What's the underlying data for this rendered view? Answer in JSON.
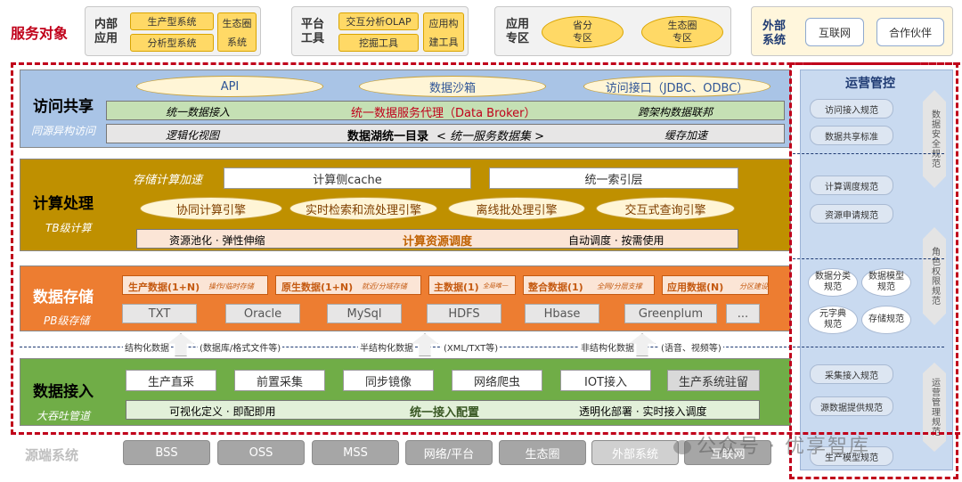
{
  "top": {
    "service_label": "服务对象",
    "internal": {
      "title": [
        "内部",
        "应用"
      ],
      "items": [
        "生产型系统",
        "分析型系统",
        "生态圈",
        "系统"
      ]
    },
    "platform": {
      "title": [
        "平台",
        "工具"
      ],
      "items": [
        "交互分析OLAP",
        "挖掘工具",
        "应用构",
        "建工具"
      ]
    },
    "zone": {
      "title": [
        "应用",
        "专区"
      ],
      "ovals": [
        [
          "省分",
          "专区"
        ],
        [
          "生态圈",
          "专区"
        ]
      ]
    },
    "external": {
      "title": [
        "外部",
        "系统"
      ],
      "items": [
        "互联网",
        "合作伙伴"
      ]
    }
  },
  "access": {
    "title": "访问共享",
    "subtitle": "同源异构访问",
    "ovals": [
      "API",
      "数据沙箱",
      "访问接口（JDBC、ODBC）"
    ],
    "bar1": [
      "统一数据接入",
      "统一数据服务代理（Data Broker）",
      "跨架构数据联邦"
    ],
    "bar2": {
      "left": "逻辑化视图",
      "mid_main": "数据湖统一目录",
      "mid_sub": "< 统一服务数据集 >",
      "right": "缓存加速"
    }
  },
  "compute": {
    "title": "计算处理",
    "subtitle": "TB级计算",
    "accel_label": "存储计算加速",
    "cache": "计算侧cache",
    "index": "统一索引层",
    "ovals": [
      "协同计算引擎",
      "实时检索和流处理引擎",
      "离线批处理引擎",
      "交互式查询引擎"
    ],
    "bar": [
      "资源池化 · 弹性伸缩",
      "计算资源调度",
      "自动调度 · 按需使用"
    ]
  },
  "storage": {
    "title": "数据存储",
    "subtitle": "PB级存储",
    "categories": [
      {
        "main": "生产数据(1+N)",
        "sub": "操作/临时存储"
      },
      {
        "main": "原生数据(1+N)",
        "sub": "就近/分域存储"
      },
      {
        "main": "主数据(1)",
        "sub": "全局唯一"
      },
      {
        "main": "整合数据(1)",
        "sub": "全网/分层支撑"
      },
      {
        "main": "应用数据(N)",
        "sub": "分区建设"
      }
    ],
    "formats": [
      "TXT",
      "Oracle",
      "MySql",
      "HDFS",
      "Hbase",
      "Greenplum",
      "..."
    ]
  },
  "flow": [
    {
      "label": "结构化数据",
      "note": "(数据库/格式文件等)"
    },
    {
      "label": "半结构化数据",
      "note": "(XML/TXT等)"
    },
    {
      "label": "非结构化数据",
      "note": "(语音、视频等)"
    }
  ],
  "ingest": {
    "title": "数据接入",
    "subtitle": "大吞吐管道",
    "items": [
      "生产直采",
      "前置采集",
      "同步镜像",
      "网络爬虫",
      "IOT接入",
      "生产系统驻留"
    ],
    "bar": [
      "可视化定义 · 即配即用",
      "统一接入配置",
      "透明化部署 · 实时接入调度"
    ]
  },
  "ops": {
    "title": "运营管控",
    "items1": [
      "访问接入规范",
      "数据共享标准"
    ],
    "items2": [
      "计算调度规范",
      "资源申请规范"
    ],
    "ovals": [
      [
        "数据分类",
        "规范"
      ],
      [
        "数据模型",
        "规范"
      ],
      [
        "元字典",
        "规范"
      ],
      [
        "存储规范"
      ]
    ],
    "items3": [
      "采集接入规范",
      "源数据提供规范",
      "生产模型规范"
    ],
    "hex": [
      "数据安全规范",
      "角色权限规范",
      "运营管理规范"
    ]
  },
  "source": {
    "label": "源端系统",
    "items": [
      "BSS",
      "OSS",
      "MSS",
      "网络/平台",
      "生态圈",
      "外部系统",
      "互联网"
    ]
  },
  "watermark": "公众号 · 优享智库",
  "colors": {
    "access": "#a9c4e6",
    "compute": "#bf9000",
    "storage": "#ed7d31",
    "ingest": "#70ad47",
    "red": "#c0001a",
    "navy": "#1f3b73"
  }
}
